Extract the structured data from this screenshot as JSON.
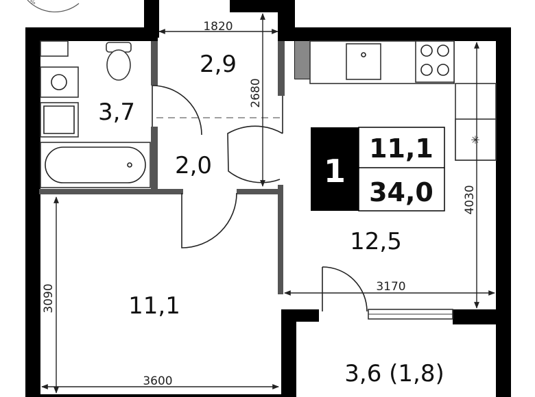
{
  "rooms": {
    "bathroom_area": "3,7",
    "toilet_area": "2,9",
    "hall_area": "2,0",
    "bedroom_area": "11,1",
    "kitchen_living_area": "12,5",
    "balcony_area": "3,6 (1,8)"
  },
  "badge": {
    "rooms_count": "1",
    "living_area": "11,1",
    "total_area": "34,0"
  },
  "dimensions": {
    "top_width": "1820",
    "corridor_height": "2680",
    "kitchen_height": "4030",
    "kitchen_width": "3170",
    "bedroom_height": "3090",
    "bedroom_width": "3600"
  },
  "colors": {
    "wall": "#000000",
    "badge_bg": "#000000",
    "badge_text": "#ffffff"
  }
}
